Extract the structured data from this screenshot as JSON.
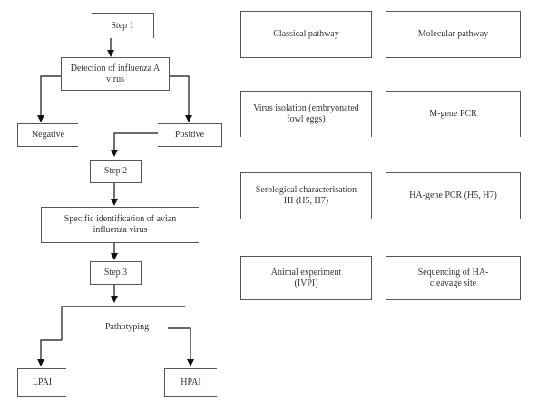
{
  "flowchart": {
    "step1": "Step 1",
    "detection": "Detection of influenza A virus",
    "negative": "Negative",
    "positive": "Positive",
    "step2": "Step 2",
    "specific": "Specific identification of avian influenza virus",
    "step3": "Step 3",
    "pathotyping": "Pathotyping",
    "lpai": "LPAI",
    "hpai": "HPAI"
  },
  "pathways": {
    "classical_header": "Classical pathway",
    "molecular_header": "Molecular pathway",
    "classical": [
      "Virus isolation (embryonated fowl eggs)",
      "Serological characterisation HI (H5, H7)",
      "Animal experiment (IVPI)"
    ],
    "molecular": [
      "M-gene PCR",
      "HA-gene PCR (H5, H7)",
      "Sequencing of HA-cleavage site"
    ]
  }
}
